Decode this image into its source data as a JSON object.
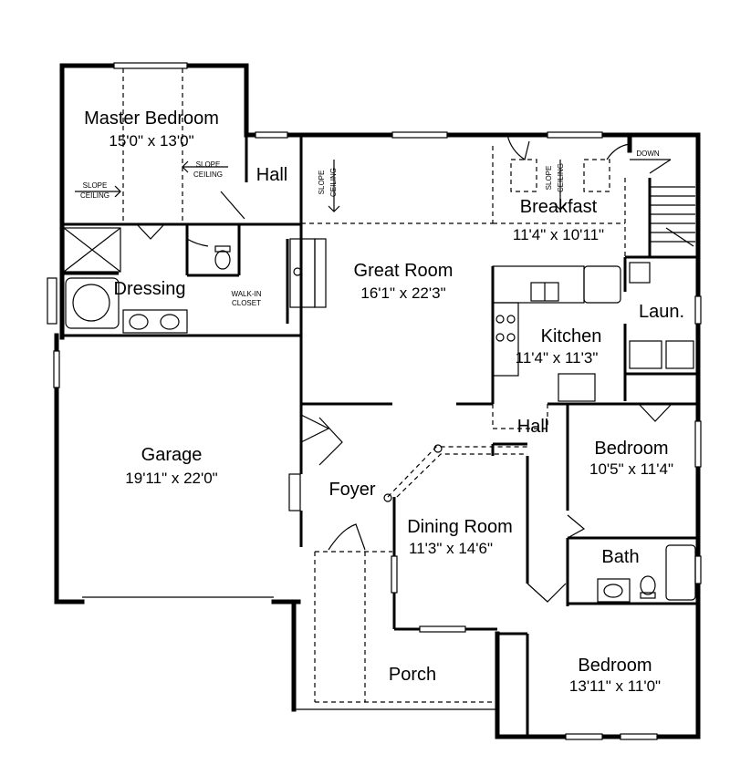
{
  "rooms": {
    "master_bedroom": {
      "name": "Master Bedroom",
      "dims": "15'0\" x 13'0\""
    },
    "great_room": {
      "name": "Great Room",
      "dims": "16'1\" x 22'3\""
    },
    "breakfast": {
      "name": "Breakfast",
      "dims": "11'4\" x 10'11\""
    },
    "kitchen": {
      "name": "Kitchen",
      "dims": "11'4\" x 11'3\""
    },
    "garage": {
      "name": "Garage",
      "dims": "19'11\" x 22'0\""
    },
    "dining_room": {
      "name": "Dining Room",
      "dims": "11'3\" x 14'6\""
    },
    "bedroom_2": {
      "name": "Bedroom",
      "dims": "10'5\" x 11'4\""
    },
    "bedroom_3": {
      "name": "Bedroom",
      "dims": "13'11\" x 11'0\""
    },
    "hall_upper": {
      "name": "Hall"
    },
    "hall_lower": {
      "name": "Hall"
    },
    "dressing": {
      "name": "Dressing"
    },
    "foyer": {
      "name": "Foyer"
    },
    "porch": {
      "name": "Porch"
    },
    "laundry": {
      "name": "Laun."
    },
    "bath": {
      "name": "Bath"
    }
  },
  "notes": {
    "walk_in_closet_line1": "WALK-IN",
    "walk_in_closet_line2": "CLOSET",
    "slope": "SLOPE",
    "ceiling": "CEILING",
    "down": "DOWN"
  }
}
